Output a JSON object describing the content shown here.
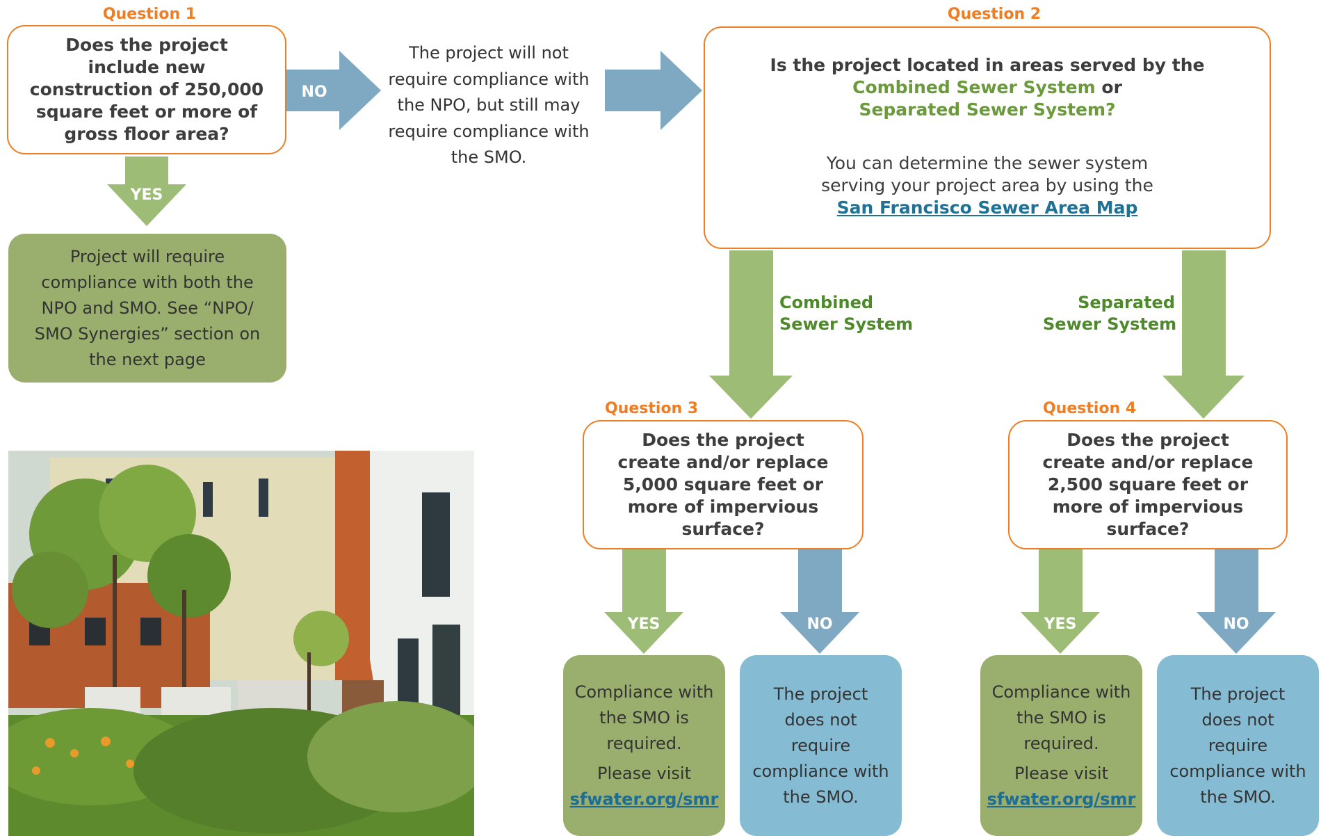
{
  "colors": {
    "orange": "#ef7d22",
    "green_arrow": "#9dbc76",
    "green_box": "#9aaf6d",
    "blue_arrow": "#7fa9c2",
    "blue_box": "#86bcd3",
    "green_text": "#6a9a3a",
    "link": "#1f7196"
  },
  "q1": {
    "label": "Question 1",
    "text": "Does the project include new construction of 250,000 square feet or more of gross floor area?",
    "no_label": "NO",
    "yes_label": "YES",
    "no_result": "The project will not require compliance with the NPO, but still may require compliance with the SMO.",
    "yes_result": "Project will require compliance with both the NPO and SMO. See “NPO/ SMO Synergies” section on the next page"
  },
  "q2": {
    "label": "Question 2",
    "line1": "Is the project located in areas served by the",
    "combined": "Combined Sewer System",
    "or": "or",
    "separated": "Separated Sewer System?",
    "note": "You can determine the sewer system serving your project area by using the",
    "link": "San Francisco Sewer Area Map",
    "branch_combined": "Combined\nSewer System",
    "branch_separated": "Separated\nSewer System"
  },
  "q3": {
    "label": "Question 3",
    "text": "Does the project create and/or replace 5,000 square feet or more of impervious surface?",
    "yes_label": "YES",
    "no_label": "NO",
    "yes_result": "Compliance with the SMO is required.",
    "yes_visit": "Please visit",
    "yes_link": "sfwater.org/smr",
    "no_result": "The project does not require compliance with the SMO."
  },
  "q4": {
    "label": "Question 4",
    "text": "Does the project create and/or replace 2,500 square feet or more of impervious surface?",
    "yes_label": "YES",
    "no_label": "NO",
    "yes_result": "Compliance with the SMO is required.",
    "yes_visit": "Please visit",
    "yes_link": "sfwater.org/smr",
    "no_result": "The project does not require compliance with the SMO."
  },
  "photo": {
    "subject": "courtyard garden with trees, planters and modern buildings"
  }
}
